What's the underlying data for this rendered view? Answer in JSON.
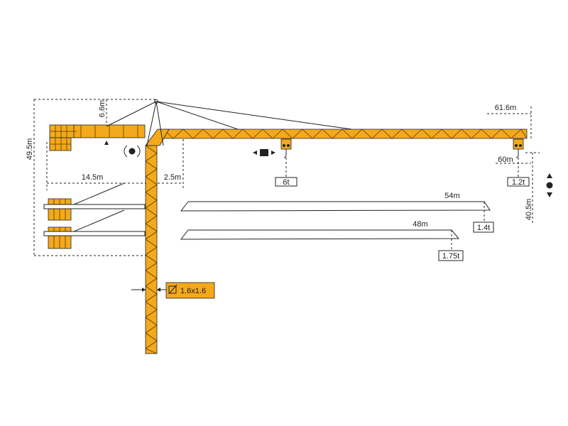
{
  "colors": {
    "crane": "#f4a91c",
    "line": "#222222",
    "background": "#ffffff"
  },
  "dimensions": {
    "height_total": "49.5m",
    "a_frame_height": "6.6m",
    "counter_jib_length": "14.5m",
    "pivot_offset": "2.5m",
    "max_radius": "61.6m",
    "tip_radius": "60m",
    "hook_height": "40.5m"
  },
  "loads": {
    "max_load": "6t",
    "tip_load": "1.2t",
    "jib_54_length": "54m",
    "jib_54_load": "1.4t",
    "jib_48_length": "48m",
    "jib_48_load": "1.75t"
  },
  "mast_section": {
    "label": "1.6x1.6"
  },
  "icons": [
    "slewing-icon",
    "trolley-travel-icon",
    "hoist-icon",
    "mast-section-icon"
  ]
}
